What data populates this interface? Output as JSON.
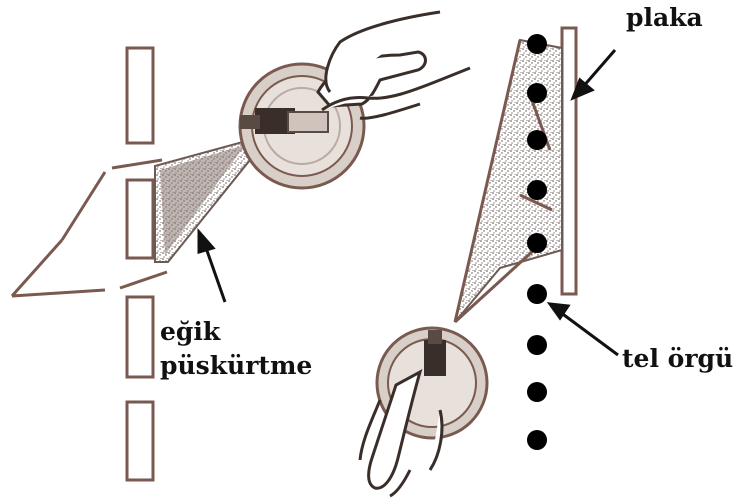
{
  "labels": {
    "plate": "plaka",
    "angled_spray_line1": "eğik",
    "angled_spray_line2": "püskürtme",
    "wire_mesh": "tel örgü"
  },
  "colors": {
    "ink": "#111111",
    "outline": "#7a5a50",
    "fill": "#d9cfc9",
    "spray": "#6b5b55",
    "background": "#ffffff"
  },
  "icons": [
    "spray-gun-icon",
    "hand-icon",
    "wire-dot-icon",
    "arrow-icon"
  ]
}
